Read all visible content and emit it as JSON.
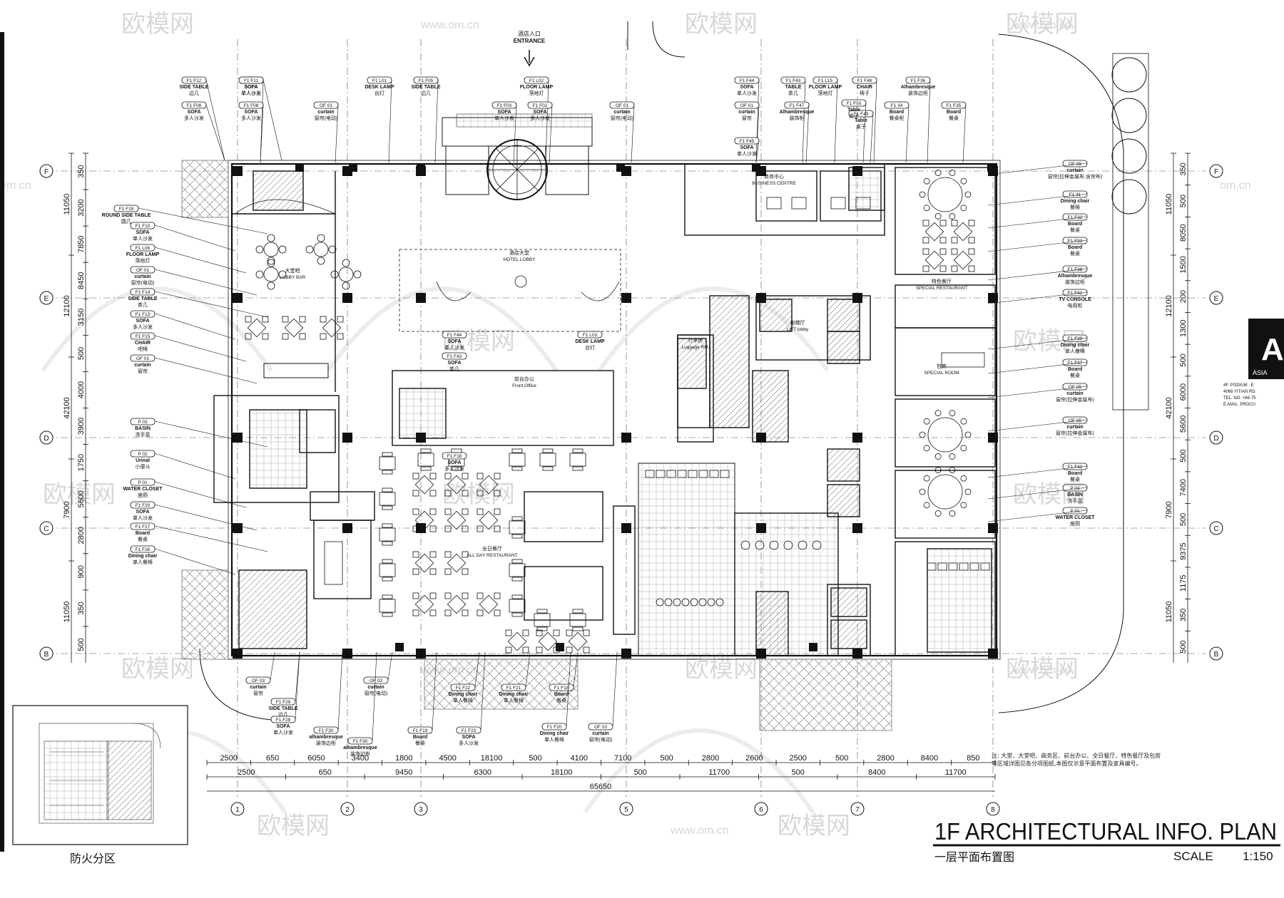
{
  "title": {
    "en": "1F ARCHITECTURAL INFO. PLAN",
    "cn": "一层平面布置图",
    "scale_label": "SCALE",
    "scale_value": "1:150"
  },
  "entrance": {
    "cn": "酒店入口",
    "en": "ENTRANCE"
  },
  "mini_plan_label": "防火分区",
  "watermarks": {
    "brand": "欧模网",
    "url": "www.om.cn",
    "side": "om.cn"
  },
  "logo": {
    "letter": "A",
    "text": "ASIA",
    "lines": [
      "4F. PODIUM , E",
      "4068 YITIAN RD.",
      "TEL. NO. +86-75",
      "E-MAIL: PROCU"
    ]
  },
  "axes": {
    "columns": [
      "1",
      "2",
      "3",
      "5",
      "6",
      "7",
      "8"
    ],
    "rows": [
      "F",
      "E",
      "D",
      "C",
      "B"
    ]
  },
  "dimensions": {
    "bottom_row1": [
      "2500",
      "650",
      "6050",
      "3400",
      "1800",
      "4500",
      "18100",
      "500",
      "4100",
      "7100",
      "500",
      "2800",
      "2600",
      "2500",
      "500",
      "2800",
      "8400",
      "850"
    ],
    "bottom_row2": [
      "2500",
      "650",
      "9450",
      "6300",
      "18100",
      "500",
      "11700",
      "500",
      "8400",
      "11700"
    ],
    "bottom_total": "65650",
    "left_inner": [
      "350",
      "3200",
      "7850",
      "8450",
      "3150",
      "500",
      "4000",
      "3900",
      "1750",
      "5600",
      "2800",
      "900",
      "350",
      "500"
    ],
    "left_outer": [
      "11050",
      "12100",
      "42100",
      "7900",
      "11050"
    ],
    "right_inner": [
      "350",
      "500",
      "8050",
      "1500",
      "200",
      "1300",
      "500",
      "6000",
      "5600",
      "500",
      "7400",
      "500",
      "9375",
      "1175",
      "350",
      "500"
    ],
    "right_outer": [
      "11050",
      "12100",
      "42100",
      "7900",
      "11050"
    ]
  },
  "rooms": [
    {
      "name": "LOBBY BAR",
      "cn": "大堂吧"
    },
    {
      "name": "HOTEL LOBBY",
      "cn": "酒店大堂"
    },
    {
      "name": "ALL DAY RESTAURANT",
      "cn": "全日餐厅"
    },
    {
      "name": "BUSINESS CENTRE",
      "cn": "商务中心"
    },
    {
      "name": "SPECIAL RESTAURANT",
      "cn": "特色餐厅"
    },
    {
      "name": "LIFT lobby",
      "cn": "电梯厅"
    },
    {
      "name": "Luggage RM.",
      "cn": "行李房"
    },
    {
      "name": "Front Office",
      "cn": "前台办公"
    },
    {
      "name": "SPECIAL ROOM",
      "cn": "包房"
    }
  ],
  "tags_left": [
    {
      "code": "F1 F12",
      "en": "SIDE TABLE",
      "cn": "边几"
    },
    {
      "code": "F1 F11",
      "en": "SOFA",
      "cn": "单人沙发"
    },
    {
      "code": "F1 F08",
      "en": "SOFA",
      "cn": "多人沙发"
    },
    {
      "code": "F1 F19",
      "en": "ROUND SIDE TABLE",
      "cn": "圆几"
    },
    {
      "code": "F1 F10",
      "en": "SOFA",
      "cn": "单人沙发"
    },
    {
      "code": "F1 L06",
      "en": "FLOOR LAMP",
      "cn": "落地灯"
    },
    {
      "code": "OF 01",
      "en": "curtain",
      "cn": "窗帘(电动)"
    },
    {
      "code": "F1 F14",
      "en": "SIDE TABLE",
      "cn": "茶几"
    },
    {
      "code": "F1 F13",
      "en": "SOFA",
      "cn": "多人沙发"
    },
    {
      "code": "F1 F15",
      "en": "CHAIR",
      "cn": "吧椅"
    },
    {
      "code": "OF 01",
      "en": "curtain",
      "cn": "窗帘"
    },
    {
      "code": "P 03",
      "en": "BASIN",
      "cn": "洗手盆"
    },
    {
      "code": "P 02",
      "en": "Urinal",
      "cn": "小便斗"
    },
    {
      "code": "P 01",
      "en": "WATER CLOSET",
      "cn": "座厕"
    },
    {
      "code": "F1 F20",
      "en": "SOFA",
      "cn": "单人沙发"
    },
    {
      "code": "F1 F27",
      "en": "Board",
      "cn": "餐桌"
    },
    {
      "code": "F1 F26",
      "en": "Dining chair",
      "cn": "单人餐椅"
    }
  ],
  "tags_top": [
    {
      "code": "F1 F11",
      "en": "SOFA",
      "cn": "单人沙发"
    },
    {
      "code": "F1 F08",
      "en": "SOFA",
      "cn": "多人沙发"
    },
    {
      "code": "OF 01",
      "en": "curtain",
      "cn": "窗帘(电动)"
    },
    {
      "code": "F1 L01",
      "en": "DESK LAMP",
      "cn": "台灯"
    },
    {
      "code": "F1 F05",
      "en": "SIDE TABLE",
      "cn": "边几"
    },
    {
      "code": "F1 L02",
      "en": "FLOOR LAMP",
      "cn": "落地灯"
    },
    {
      "code": "F1 F03",
      "en": "SOFA",
      "cn": "单人沙发"
    },
    {
      "code": "F1 F02",
      "en": "SOFA",
      "cn": "多人沙发"
    },
    {
      "code": "OF 01",
      "en": "curtain",
      "cn": "窗帘(电动)"
    },
    {
      "code": "F1 F44",
      "en": "SOFA",
      "cn": "单人沙发"
    },
    {
      "code": "F1 F43",
      "en": "TABLE",
      "cn": "茶几"
    },
    {
      "code": "F1 L15",
      "en": "FLOOR LAMP",
      "cn": "落地灯"
    },
    {
      "code": "F1 F48",
      "en": "CHAIR",
      "cn": "椅子"
    },
    {
      "code": "F1 F36",
      "en": "Alhambresque",
      "cn": "装饰边柜"
    },
    {
      "code": "OF 01",
      "en": "curtain",
      "cn": "窗帘"
    },
    {
      "code": "F1 F47",
      "en": "Alhambresque",
      "cn": "装饰柜"
    },
    {
      "code": "F1 34",
      "en": "Board",
      "cn": "餐桌柜"
    },
    {
      "code": "F1 F35",
      "en": "Board",
      "cn": "餐桌"
    },
    {
      "code": "F1 F49",
      "en": "Table",
      "cn": "桌子"
    },
    {
      "code": "F1 F50",
      "en": "Table",
      "cn": "桌子"
    },
    {
      "code": "F1 F45",
      "en": "SOFA",
      "cn": "单人沙发"
    }
  ],
  "tags_right": [
    {
      "code": "OF 05",
      "en": "curtain",
      "cn": "窗帘(拉伸金属布,含帘布)"
    },
    {
      "code": "F1 31",
      "en": "Dining chair",
      "cn": "餐椅"
    },
    {
      "code": "F1 F32",
      "en": "Board",
      "cn": "餐桌"
    },
    {
      "code": "F1 F33",
      "en": "Board",
      "cn": "餐桌"
    },
    {
      "code": "F1 F38",
      "en": "Alhambresque",
      "cn": "装饰边柜"
    },
    {
      "code": "F1 F41",
      "en": "TV CONSOLE",
      "cn": "电视柜"
    },
    {
      "code": "F1 F39",
      "en": "Dining chair",
      "cn": "单人餐椅"
    },
    {
      "code": "F1 F37",
      "en": "Board",
      "cn": "餐桌"
    },
    {
      "code": "OF 05",
      "en": "curtain",
      "cn": "窗帘(拉伸金属布)"
    },
    {
      "code": "OF 05",
      "en": "curtain",
      "cn": "窗帘(拉伸金属布)"
    },
    {
      "code": "F1 F42",
      "en": "Board",
      "cn": "餐桌"
    },
    {
      "code": "P 03",
      "en": "BASIN",
      "cn": "洗手盆"
    },
    {
      "code": "P 01",
      "en": "WATER CLOSET",
      "cn": "座厕"
    }
  ],
  "tags_bottom": [
    {
      "code": "OF 03",
      "en": "curtain",
      "cn": "窗帘"
    },
    {
      "code": "F1 F29",
      "en": "SIDE TABLE",
      "cn": "边几"
    },
    {
      "code": "F1 F28",
      "en": "SOFA",
      "cn": "单人沙发"
    },
    {
      "code": "F1 F30",
      "en": "alhambresque",
      "cn": "装饰边柜"
    },
    {
      "code": "OF 03",
      "en": "curtain",
      "cn": "窗帘(电动)"
    },
    {
      "code": "F1 F30",
      "en": "alhambresque",
      "cn": "装饰边布"
    },
    {
      "code": "F1 F19",
      "en": "Board",
      "cn": "餐桌"
    },
    {
      "code": "F1 F22",
      "en": "Dining chair",
      "cn": "单人餐椅"
    },
    {
      "code": "F1 F21",
      "en": "Dining chair",
      "cn": "单人餐椅"
    },
    {
      "code": "F1 F18",
      "en": "Board",
      "cn": "餐桌"
    },
    {
      "code": "F1 F23",
      "en": "SOFA",
      "cn": "多人沙发"
    },
    {
      "code": "F1 F20",
      "en": "Dining chair",
      "cn": "单人餐椅"
    },
    {
      "code": "OF 03",
      "en": "curtain",
      "cn": "窗帘(电动)"
    }
  ],
  "tags_inner": [
    {
      "code": "F1 F44",
      "en": "SOFA",
      "cn": "单人沙发"
    },
    {
      "code": "F1 F43",
      "en": "SOFA",
      "cn": "茶几"
    },
    {
      "code": "F1 L03",
      "en": "DESK LAMP",
      "cn": "台灯"
    },
    {
      "code": "F1 F18",
      "en": "SOFA",
      "cn": "多人沙发"
    }
  ],
  "notes": "注: 大堂、大堂吧、商务区、前台办公、全日餐厅、特色餐厅及包房等区域详图见各分项图纸,本图仅示意平面布置及家具编号。"
}
